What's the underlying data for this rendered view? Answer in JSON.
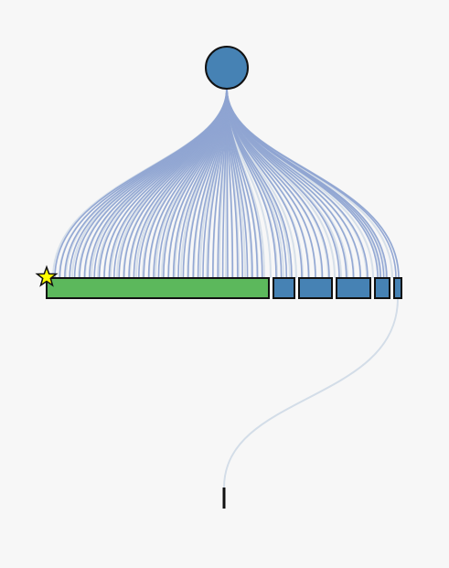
{
  "colors": {
    "background": "#f7f7f7",
    "root_fill": "#4682b4",
    "green_box": "#5cb85c",
    "blue_box": "#4682b4",
    "stroke": "#111111",
    "link_active": "#8fa4d2",
    "link_faint": "#d3dde8",
    "star_fill": "#ffff00"
  },
  "icons": {
    "marker": "star-icon"
  },
  "diagram": {
    "root": {
      "shape": "circle"
    },
    "children": [
      {
        "shape": "rect",
        "color": "green",
        "starred": true
      },
      {
        "shape": "rect",
        "color": "blue"
      },
      {
        "shape": "rect",
        "color": "blue"
      },
      {
        "shape": "rect",
        "color": "blue"
      },
      {
        "shape": "rect",
        "color": "blue"
      },
      {
        "shape": "rect",
        "color": "blue"
      }
    ],
    "terminal": {
      "shape": "tick"
    }
  }
}
